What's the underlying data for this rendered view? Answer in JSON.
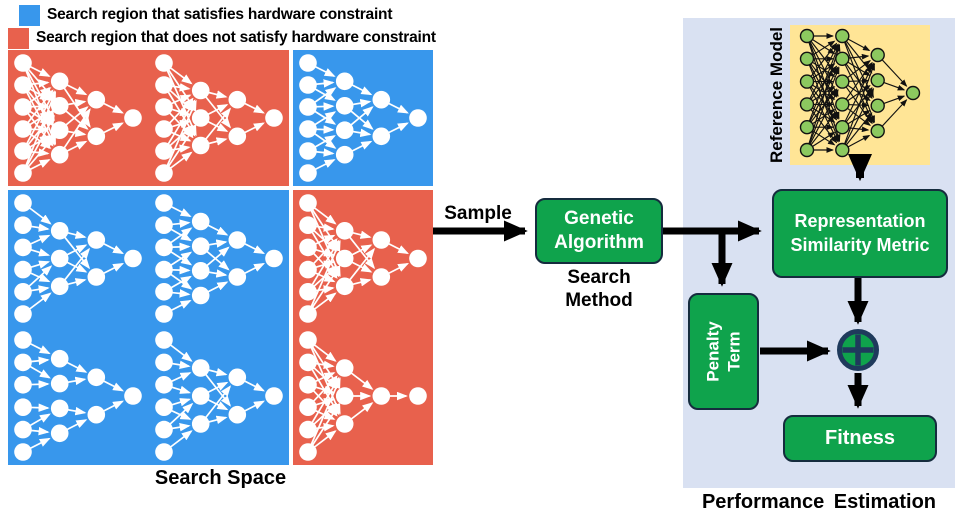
{
  "legend": {
    "items": [
      {
        "color": "#3897EC",
        "label": "Search region that satisfies hardware constraint"
      },
      {
        "color": "#E8614D",
        "label": "Search region that does not satisfy hardware constraint"
      }
    ]
  },
  "search_space": {
    "label": "Search Space",
    "grid": {
      "rows": 3,
      "cols": 3
    },
    "cells": [
      {
        "row": 1,
        "col": 1,
        "satisfies_constraint": false,
        "layers": [
          6,
          4,
          2,
          1
        ],
        "density": "dense"
      },
      {
        "row": 1,
        "col": 2,
        "satisfies_constraint": false,
        "layers": [
          6,
          3,
          2,
          1
        ],
        "density": "dense"
      },
      {
        "row": 1,
        "col": 3,
        "satisfies_constraint": true,
        "layers": [
          6,
          4,
          2,
          1
        ],
        "density": "medium"
      },
      {
        "row": 2,
        "col": 1,
        "satisfies_constraint": true,
        "layers": [
          6,
          3,
          2,
          1
        ],
        "density": "medium"
      },
      {
        "row": 2,
        "col": 2,
        "satisfies_constraint": true,
        "layers": [
          6,
          4,
          2,
          1
        ],
        "density": "medium"
      },
      {
        "row": 2,
        "col": 3,
        "satisfies_constraint": false,
        "layers": [
          6,
          3,
          2,
          1
        ],
        "density": "dense"
      },
      {
        "row": 3,
        "col": 1,
        "satisfies_constraint": true,
        "layers": [
          6,
          4,
          2,
          1
        ],
        "density": "sparse"
      },
      {
        "row": 3,
        "col": 2,
        "satisfies_constraint": true,
        "layers": [
          6,
          3,
          2,
          1
        ],
        "density": "medium"
      },
      {
        "row": 3,
        "col": 3,
        "satisfies_constraint": false,
        "layers": [
          6,
          3,
          1,
          1
        ],
        "density": "dense"
      }
    ]
  },
  "flow": {
    "sample_label": "Sample",
    "genetic_algorithm_label": "Genetic Algorithm",
    "search_method_caption": "Search Method"
  },
  "performance_estimation": {
    "panel_label": "Performance Estimation",
    "reference_model_label": "Reference Model",
    "reference_model": {
      "layers": [
        6,
        6,
        4,
        1
      ],
      "density": "dense"
    },
    "similarity_box_label": "Representation Similarity Metric",
    "penalty_box_label": "Penalty Term",
    "fitness_box_label": "Fitness",
    "combiner_icon": "circled-plus"
  },
  "colors": {
    "satisfies_region": "#3897EC",
    "violates_region": "#E8614D",
    "box_fill": "#0FA34C",
    "box_border": "#152C3E",
    "panel_bg": "#D9E1F2",
    "reference_bg": "#FFE596",
    "reference_node": "#8CC95F",
    "network_node": "#FFFFFF",
    "plus_ring": "#1F3A5C",
    "arrow": "#000000"
  }
}
